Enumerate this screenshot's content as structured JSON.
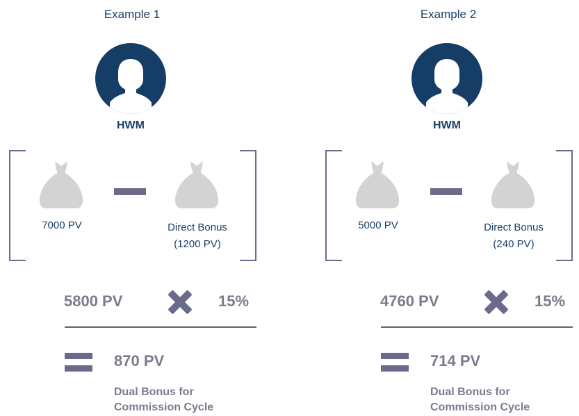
{
  "colors": {
    "navy": "#163d65",
    "slate": "#6a6b8c",
    "bag_gray": "#d3d3d3",
    "text_gray": "#7b7b8c"
  },
  "examples": [
    {
      "title": "Example 1",
      "role": "HWM",
      "amount_label": "7000 PV",
      "bonus_label_line1": "Direct Bonus",
      "bonus_label_line2": "(1200 PV)",
      "subtotal": "5800 PV",
      "rate": "15%",
      "result": "870 PV",
      "desc_line1": "Dual Bonus for",
      "desc_line2": "Commission Cycle"
    },
    {
      "title": "Example 2",
      "role": "HWM",
      "amount_label": "5000 PV",
      "bonus_label_line1": "Direct Bonus",
      "bonus_label_line2": "(240 PV)",
      "subtotal": "4760 PV",
      "rate": "15%",
      "result": "714 PV",
      "desc_line1": "Dual Bonus for",
      "desc_line2": "Commission Cycle"
    }
  ]
}
